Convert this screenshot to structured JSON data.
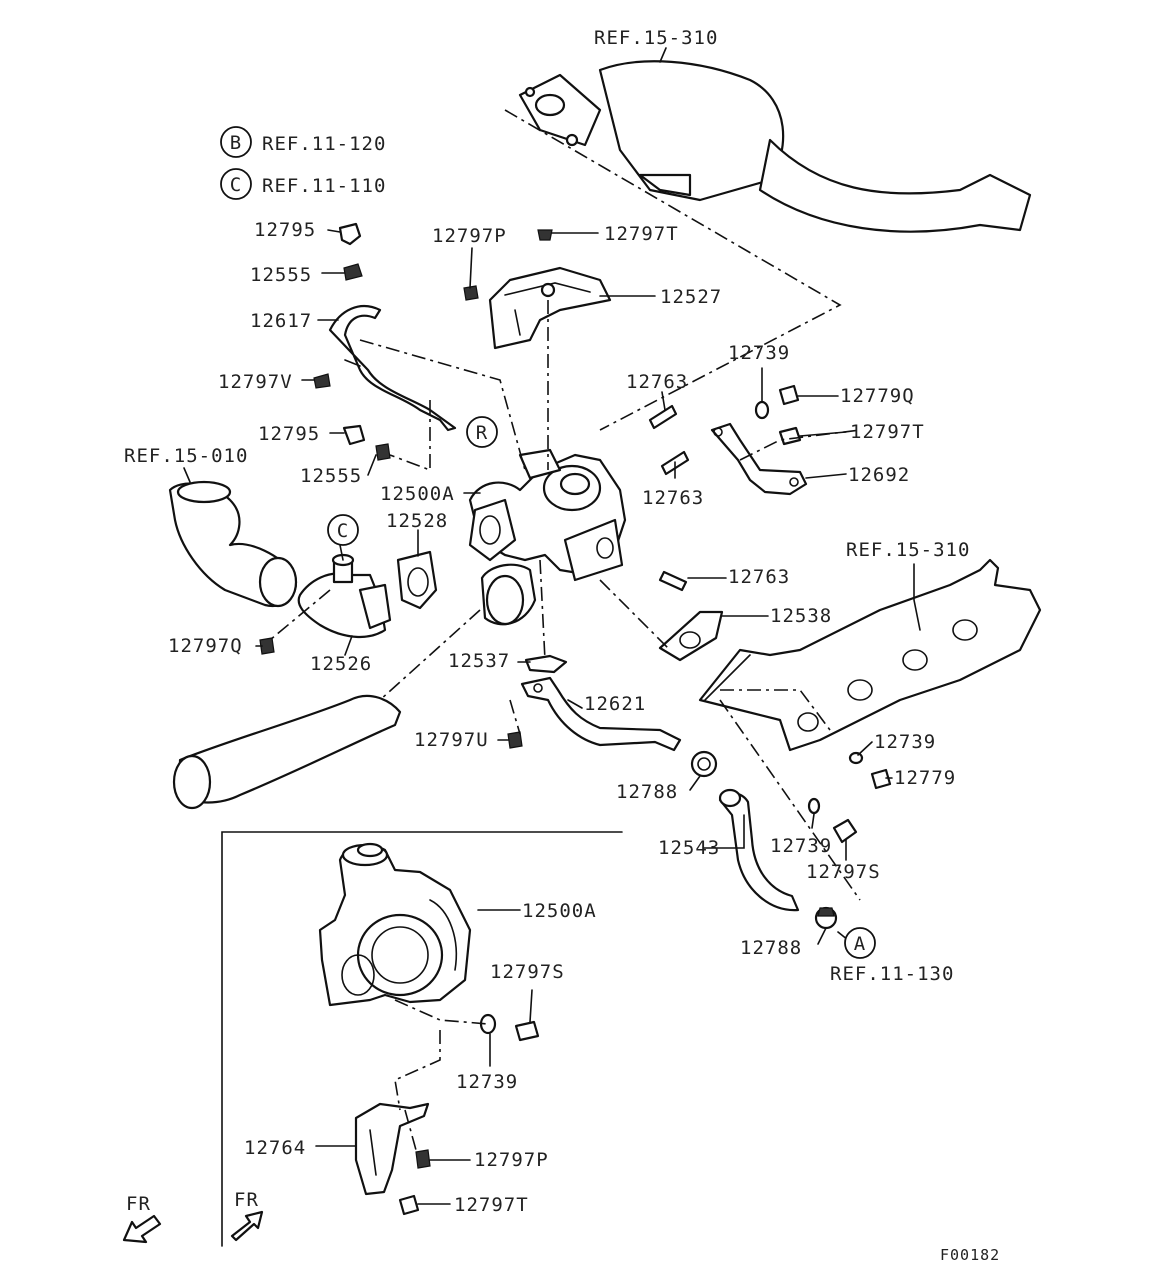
{
  "labels": {
    "ref_15_310_top": "REF.15-310",
    "ref_b": "REF.11-120",
    "ref_c": "REF.11-110",
    "ref_15_010": "REF.15-010",
    "ref_15_310_mid": "REF.15-310",
    "ref_11_130": "REF.11-130",
    "p12795a": "12795",
    "p12555a": "12555",
    "p12617": "12617",
    "p12797v": "12797V",
    "p12795b": "12795",
    "p12555b": "12555",
    "p12797p_top": "12797P",
    "p12797t_top": "12797T",
    "p12527": "12527",
    "p12739_top": "12739",
    "p12779q": "12779Q",
    "p12797t_mid": "12797T",
    "p12692": "12692",
    "p12763a": "12763",
    "p12763b": "12763",
    "p12763c": "12763",
    "p12500a_top": "12500A",
    "p12528": "12528",
    "p12538": "12538",
    "p12797q": "12797Q",
    "p12526": "12526",
    "p12537": "12537",
    "p12621": "12621",
    "p12797u": "12797U",
    "p12739_mid": "12739",
    "p12779": "12779",
    "p12788a": "12788",
    "p12543": "12543",
    "p12739_low": "12739",
    "p12797s_mid": "12797S",
    "p12788b": "12788",
    "p12500a_inset": "12500A",
    "p12797s_inset": "12797S",
    "p12739_inset": "12739",
    "p12764": "12764",
    "p12797p_inset": "12797P",
    "p12797t_inset": "12797T",
    "fr_main": "FR",
    "fr_inset": "FR",
    "figure_code": "F00182"
  },
  "callouts": {
    "b": "B",
    "c": "C",
    "c_part": "C",
    "r": "R",
    "a": "A"
  },
  "colors": {
    "line": "#111111",
    "text": "#222222",
    "background": "#ffffff"
  }
}
